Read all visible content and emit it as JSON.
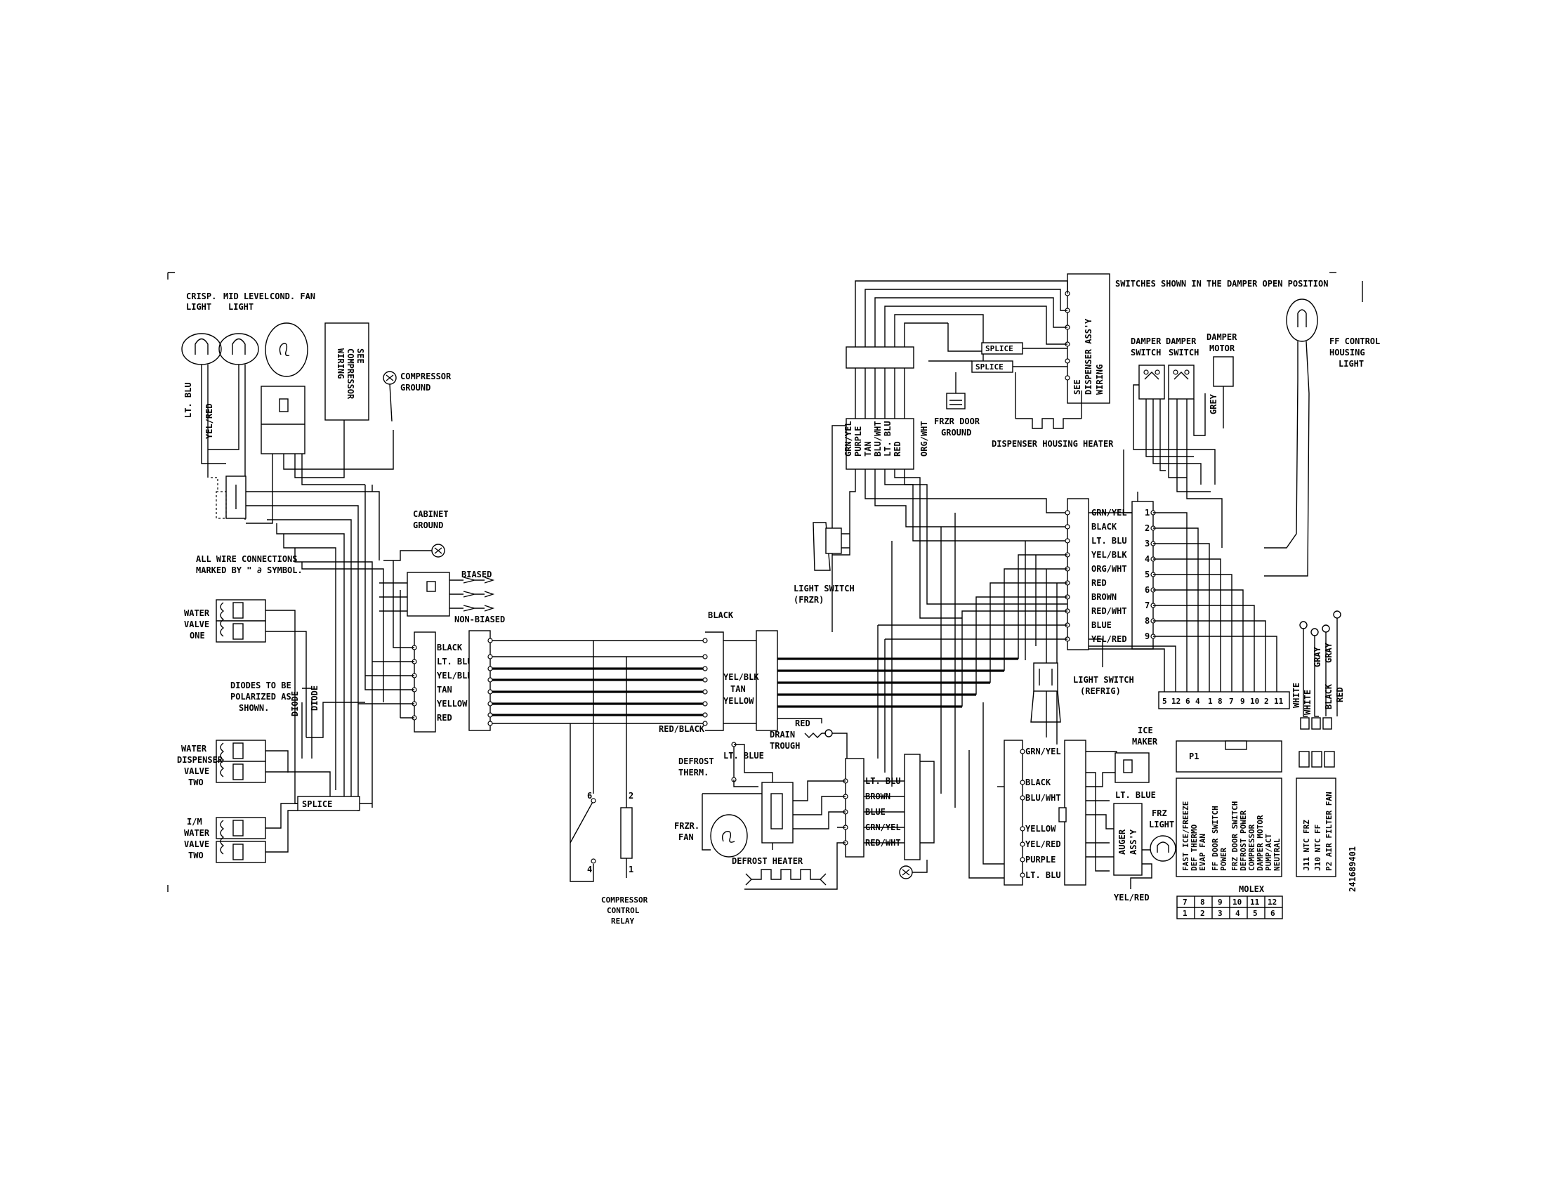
{
  "labels": {
    "crisp_light": [
      "CRISP.",
      "LIGHT"
    ],
    "mid_level_light": [
      "MID LEVEL",
      "LIGHT"
    ],
    "cond_fan": "COND. FAN",
    "see_compressor_wiring": [
      "SEE",
      "COMPRESSOR",
      "WIRING"
    ],
    "compressor_ground": [
      "COMPRESSOR",
      "GROUND"
    ],
    "lt_blu_v": "LT. BLU",
    "yel_red_v": "YEL/RED",
    "cabinet_ground": [
      "CABINET",
      "GROUND"
    ],
    "all_wire_note": [
      "ALL WIRE CONNECTIONS",
      "MARKED BY \" ∂ SYMBOL."
    ],
    "water_valve_one": [
      "WATER",
      "VALVE",
      "ONE"
    ],
    "biased": "BIASED",
    "non_biased": "NON-BIASED",
    "diodes_note": [
      "DIODES TO BE",
      "POLARIZED AS",
      "SHOWN."
    ],
    "diode1": "DIODE",
    "diode2": "DIODE",
    "water_dispenser_valve_two": [
      "WATER",
      "DISPENSER",
      "VALVE",
      "TWO"
    ],
    "splice_left": "SPLICE",
    "iw_water_valve_two": [
      "I/M",
      "WATER",
      "VALVE",
      "TWO"
    ],
    "left_conn_wires": [
      "BLACK",
      "LT. BLU",
      "YEL/BLK",
      "TAN",
      "YELLOW",
      "RED"
    ],
    "black_top": "BLACK",
    "mid_conn_wires": [
      "YEL/BLK",
      "TAN",
      "YELLOW"
    ],
    "red_black": "RED/BLACK",
    "comp_relay": [
      "COMPRESSOR",
      "CONTROL",
      "RELAY"
    ],
    "relay_pins": [
      "6",
      "2",
      "4",
      "1"
    ],
    "switches_note": "SWITCHES SHOWN IN THE DAMPER OPEN POSITION",
    "dispenser_assy": [
      "SEE",
      "DISPENSER ASS'Y",
      "WIRING"
    ],
    "splice_top1": "SPLICE",
    "splice_top2": "SPLICE",
    "top_conn_wires": [
      "GRN/YEL",
      "PURPLE",
      "TAN",
      "BLU/WHT",
      "LT. BLU",
      "RED",
      "ORG/WHT"
    ],
    "frz_door_ground": [
      "FRZR DOOR",
      "GROUND"
    ],
    "dispenser_housing_heater": "DISPENSER HOUSING HEATER",
    "light_switch_frzr": [
      "LIGHT SWITCH",
      "(FRZR)"
    ],
    "right_conn_wires": [
      "GRN/YEL",
      "BLACK",
      "LT. BLU",
      "YEL/BLK",
      "ORG/WHT",
      "RED",
      "BROWN",
      "RED/WHT",
      "BLUE",
      "YEL/RED"
    ],
    "light_switch_refrig": [
      "LIGHT SWITCH",
      "(REFRIG)"
    ],
    "drain_trough": [
      "DRAIN",
      "TROUGH"
    ],
    "red_small": "RED",
    "defrost_therm": [
      "DEFROST",
      "THERM."
    ],
    "lt_blue_small": "LT. BLUE",
    "frzr_fan": [
      "FRZR.",
      "FAN"
    ],
    "defrost_heater": "DEFROST HEATER",
    "evap_conn_wires": [
      "LT. BLU",
      "BROWN",
      "BLUE",
      "GRN/YEL",
      "RED/WHT"
    ],
    "ice_conn_wires": [
      "GRN/YEL",
      "BLACK",
      "BLU/WHT",
      "YELLOW",
      "YEL/RED",
      "PURPLE",
      "LT. BLU"
    ],
    "ice_maker": [
      "ICE",
      "MAKER"
    ],
    "lt_blue_ice": "LT. BLUE",
    "auger_assy": [
      "AUGER",
      "ASS'Y"
    ],
    "frz_light": [
      "FRZ",
      "LIGHT"
    ],
    "yel_red_bottom": "YEL/RED",
    "damper_switch1": [
      "DAMPER",
      "SWITCH"
    ],
    "damper_switch2": [
      "DAMPER",
      "SWITCH"
    ],
    "damper_motor": [
      "DAMPER",
      "MOTOR"
    ],
    "grey": "GREY",
    "ff_control_housing_light": [
      "FF CONTROL",
      "HOUSING",
      "LIGHT"
    ],
    "molex_right_pins": [
      "1",
      "2",
      "3",
      "4",
      "5",
      "6",
      "7",
      "8",
      "9"
    ],
    "board_pins": [
      "5",
      "12",
      "6",
      "4",
      "1",
      "8",
      "7",
      "9",
      "10",
      "2",
      "11"
    ],
    "board_wire_colors": [
      "WHITE",
      "WHITE",
      "GRAY",
      "BLACK",
      "GRAY",
      "RED"
    ],
    "p1": "P1",
    "control_functions": [
      "FAST ICE/FREEZE",
      "DEF THERMO",
      "EVAP FAN",
      "FF DOOR SWITCH",
      "POWER",
      "FRZ DOOR SWITCH",
      "DEFROST POWER",
      "COMPRESSOR",
      "DAMPER MOTOR",
      "PUMP/ACT",
      "NEUTRAL"
    ],
    "control_functions2": [
      "J11 NTC FRZ",
      "J10 NTC FF",
      "P2 AIR FILTER FAN"
    ],
    "molex": "MOLEX",
    "molex_top_row": [
      "7",
      "8",
      "9",
      "10",
      "11",
      "12"
    ],
    "molex_bottom_row": [
      "1",
      "2",
      "3",
      "4",
      "5",
      "6"
    ],
    "part_number": "241689401"
  }
}
